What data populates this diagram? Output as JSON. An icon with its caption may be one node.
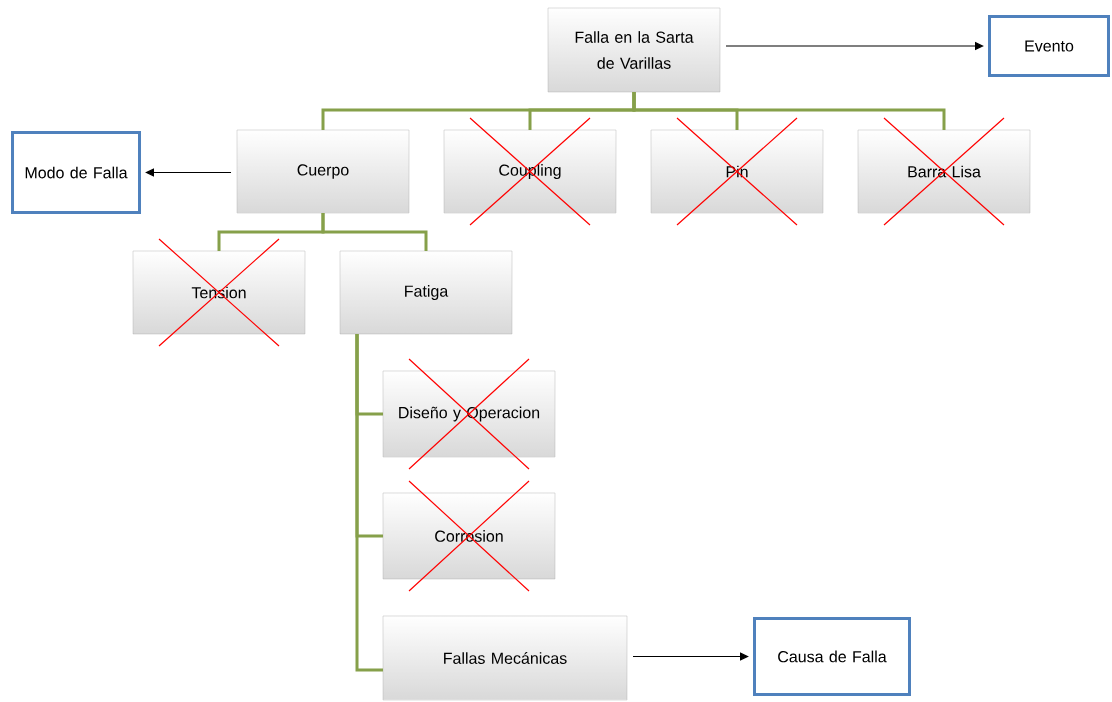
{
  "diagram": {
    "nodes": [
      {
        "text": [
          "Falla en la Sarta de Varillas"
        ]
      },
      {
        "text": [
          "Evento"
        ]
      },
      {
        "text": [
          "Modo de Falla"
        ]
      },
      {
        "text": [
          "Cuerpo"
        ]
      },
      {
        "text": [
          "Coupling"
        ]
      },
      {
        "text": [
          "Pin"
        ]
      },
      {
        "text": [
          "Barra Lisa"
        ]
      },
      {
        "text": [
          "Tension"
        ]
      },
      {
        "text": [
          "Fatiga"
        ]
      },
      {
        "text": [
          "Diseño y Operacion"
        ]
      },
      {
        "text": [
          "Corrosion"
        ]
      },
      {
        "text": [
          "Fallas Mecánicas"
        ]
      },
      {
        "text": [
          "Causa de Falla"
        ]
      }
    ],
    "edges": [
      {
        "from": 0,
        "to": 1,
        "arrow": "to",
        "color": "#000000"
      },
      {
        "from": 3,
        "to": 2,
        "arrow": "to",
        "color": "#000000"
      },
      {
        "from": 11,
        "to": 12,
        "arrow": "to",
        "color": "#000000"
      },
      {
        "from": 0,
        "to": 3,
        "arrow": "none"
      },
      {
        "from": 0,
        "to": 4,
        "arrow": "none"
      },
      {
        "from": 0,
        "to": 5,
        "arrow": "none"
      },
      {
        "from": 0,
        "to": 6,
        "arrow": "none"
      },
      {
        "from": 3,
        "to": 7,
        "arrow": "none"
      },
      {
        "from": 3,
        "to": 8,
        "arrow": "none"
      },
      {
        "from": 8,
        "to": 9,
        "arrow": "none"
      },
      {
        "from": 8,
        "to": 10,
        "arrow": "none"
      },
      {
        "from": 8,
        "to": 11,
        "arrow": "none"
      }
    ]
  }
}
